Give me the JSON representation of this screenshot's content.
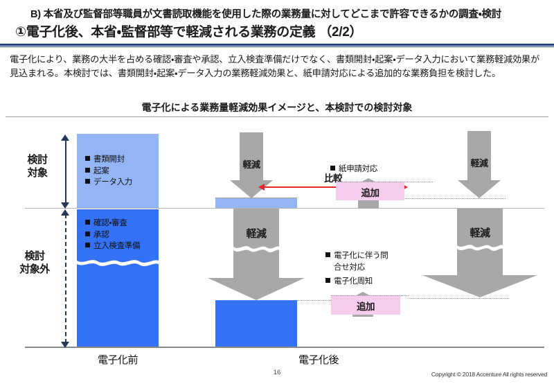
{
  "header": {
    "section_label": "B) 本省及び監督部等職員が文書読取機能を使用した際の業務量に対してどこまで許容できるかの調査・検討",
    "subtitle": "①電子化後、本省・監督部等で軽減される業務の定義 （2/2）",
    "accent_color": "#20418a"
  },
  "lead": {
    "paragraph": "電子化により、業務の大半を占める確認・審査や承認、立入検査準備だけでなく、書類開封・起案・データ入力において業務軽減効果が見込まれる。本検討では、書類開封・起案・データ入力の業務軽減効果と、紙申請対応による追加的な業務負担を検討した。"
  },
  "chart_data": {
    "type": "bar",
    "title": "電子化による業務量軽減効果イメージと、本検討での検討対象",
    "xlabel": "",
    "ylabel": "",
    "grid": false,
    "legend_position": "none",
    "categories": [
      "電子化前",
      "電子化後"
    ],
    "scope_labels": {
      "in_scope": "検討\n対象",
      "in_scope_line1": "検討",
      "in_scope_line2": "対象",
      "out_of_scope_line1": "検討",
      "out_of_scope_line2": "対象外"
    },
    "series": [
      {
        "name": "検討対象（書類開封・起案・データ入力）",
        "color": "#93b4f5",
        "values": [
          100,
          13
        ],
        "items": [
          "書類開封",
          "起案",
          "データ入力"
        ]
      },
      {
        "name": "検討対象外（確認・審査・承認・立入検査準備）",
        "color": "#3371f5",
        "values": [
          100,
          34
        ],
        "items": [
          "確認・審査",
          "承認",
          "立入検査準備"
        ]
      }
    ],
    "reductions": [
      {
        "label": "軽減",
        "panel": "upper",
        "column": "電子化後"
      },
      {
        "label": "軽減",
        "panel": "lower",
        "column": "電子化後"
      },
      {
        "label": "軽減",
        "panel": "upper",
        "column": "電子化後（右）"
      },
      {
        "label": "軽減",
        "panel": "lower",
        "column": "電子化後（右）"
      }
    ],
    "additions": [
      {
        "label": "追加",
        "color": "#f8ccee",
        "panel": "upper",
        "caption": "紙申請対応",
        "items": [
          "紙申請対応"
        ]
      },
      {
        "label": "追加",
        "color": "#f8ccee",
        "panel": "lower",
        "items": [
          "電子化に伴う問合せ対応",
          "電子化周知"
        ],
        "item_lines": [
          [
            "電子化に伴う問",
            "合せ対応"
          ],
          [
            "電子化周知"
          ]
        ]
      }
    ],
    "comparison": {
      "label": "比較",
      "color": "#e8262b",
      "direction": "double"
    }
  },
  "footer": {
    "page_number": "16",
    "copyright": "Copyright © 2018  Accenture  All rights reserved"
  }
}
